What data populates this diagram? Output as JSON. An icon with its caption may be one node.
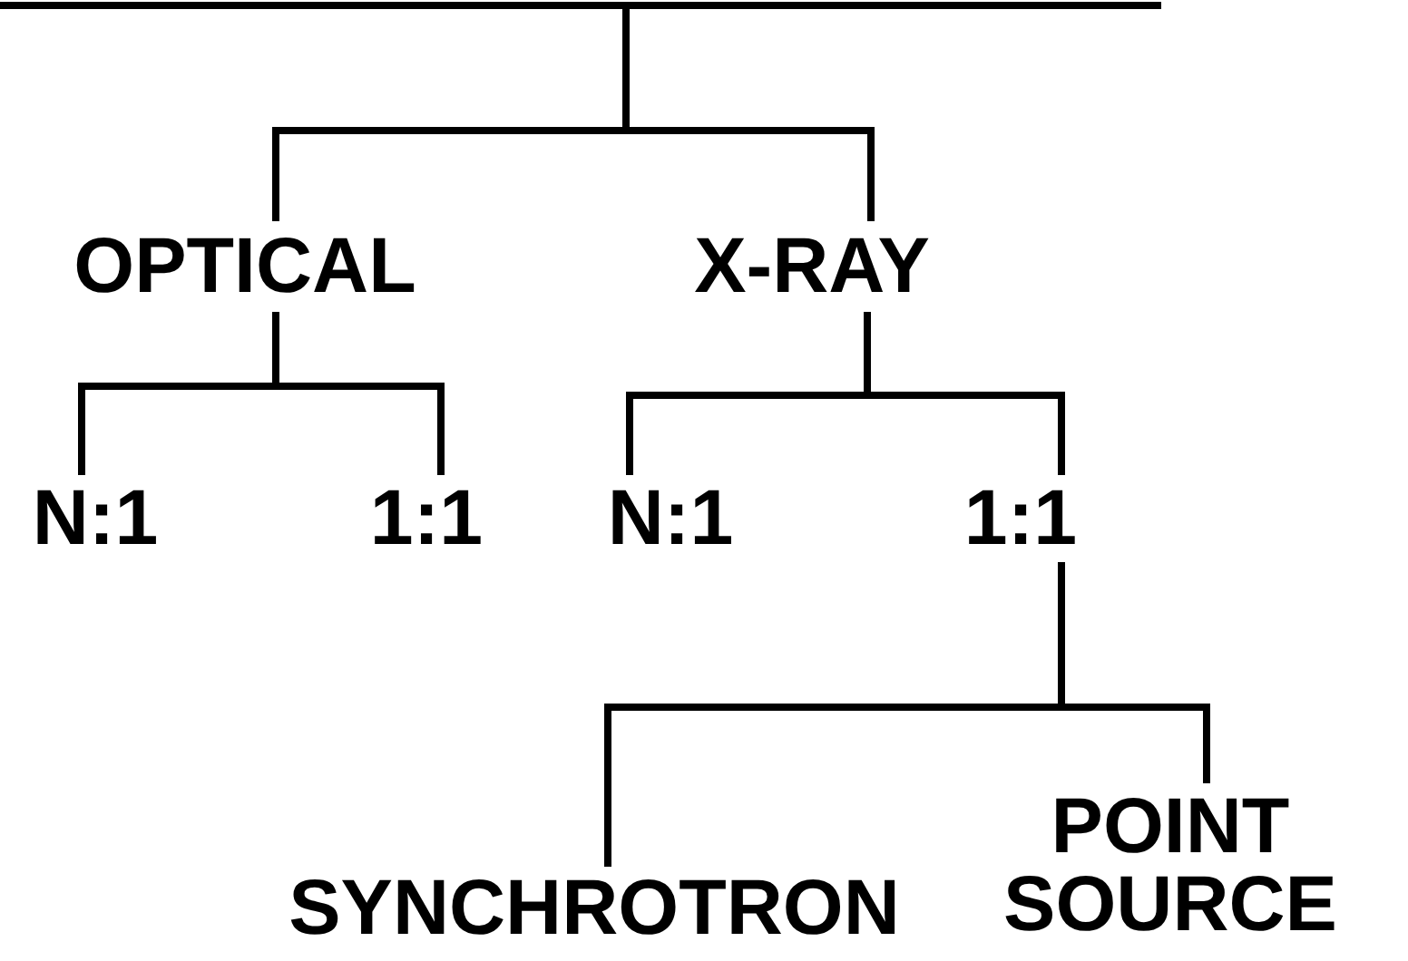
{
  "diagram": {
    "nodes": [
      {
        "text": [
          "OPTICAL"
        ]
      },
      {
        "text": [
          "X-RAY"
        ]
      },
      {
        "text": [
          "N:1"
        ]
      },
      {
        "text": [
          "1:1"
        ]
      },
      {
        "text": [
          "N:1"
        ]
      },
      {
        "text": [
          "1:1"
        ]
      },
      {
        "text": [
          "SYNCHROTRON"
        ]
      },
      {
        "text": [
          "POINT SOURCE"
        ]
      }
    ],
    "edges": [
      {
        "from": null,
        "to": 0,
        "arrow": "none"
      },
      {
        "from": null,
        "to": 1,
        "arrow": "none"
      },
      {
        "from": 0,
        "to": 2,
        "arrow": "none"
      },
      {
        "from": 0,
        "to": 3,
        "arrow": "none"
      },
      {
        "from": 1,
        "to": 4,
        "arrow": "none"
      },
      {
        "from": 1,
        "to": 5,
        "arrow": "none"
      },
      {
        "from": 5,
        "to": 6,
        "arrow": "none"
      },
      {
        "from": 5,
        "to": 7,
        "arrow": "none"
      }
    ]
  }
}
